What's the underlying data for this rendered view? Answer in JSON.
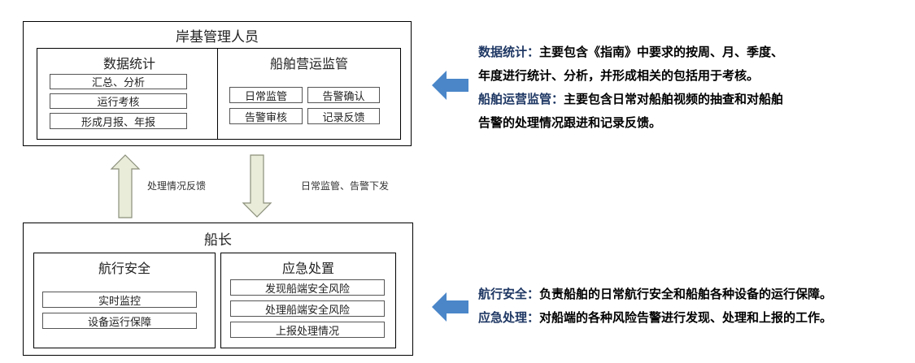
{
  "shore": {
    "title": "岸基管理人员",
    "stats": {
      "title": "数据统计",
      "items": [
        "汇总、分析",
        "运行考核",
        "形成月报、年报"
      ]
    },
    "supervision": {
      "title": "船舶营运监管",
      "items": [
        "日常监管",
        "告警确认",
        "告警审核",
        "记录反馈"
      ]
    }
  },
  "arrows": {
    "up_label": "处理情况反馈",
    "down_label": "日常监管、告警下发"
  },
  "captain": {
    "title": "船长",
    "nav": {
      "title": "航行安全",
      "items": [
        "实时监控",
        "设备运行保障"
      ]
    },
    "emergency": {
      "title": "应急处置",
      "items": [
        "发现船端安全风险",
        "处理船端安全风险",
        "上报处理情况"
      ]
    }
  },
  "desc_top": [
    {
      "key": "数据统计",
      "sep": "：",
      "text": "主要包含《指南》中要求的按周、月、季度、"
    },
    {
      "key": "",
      "sep": "",
      "text": "年度进行统计、分析，并形成相关的包括用于考核。"
    },
    {
      "key": "船舶运营监管",
      "sep": "：",
      "text": "主要包含日常对船舶视频的抽查和对船舶"
    },
    {
      "key": "",
      "sep": "",
      "text": "告警的处理情况跟进和记录反馈。"
    }
  ],
  "desc_bottom": [
    {
      "key": "航行安全",
      "sep": "：",
      "text": "负责船舶的日常航行安全和船舶各种设备的运行保障。"
    },
    {
      "key": "应急处理",
      "sep": "：",
      "text": "对船端的各种风险告警进行发现、处理和上报的工作。"
    }
  ],
  "colors": {
    "arrow_fill": "#e8ecd9",
    "arrow_stroke": "#8a8f7a",
    "pointer_blue": "#4a86c8",
    "key_text": "#1f3864"
  }
}
